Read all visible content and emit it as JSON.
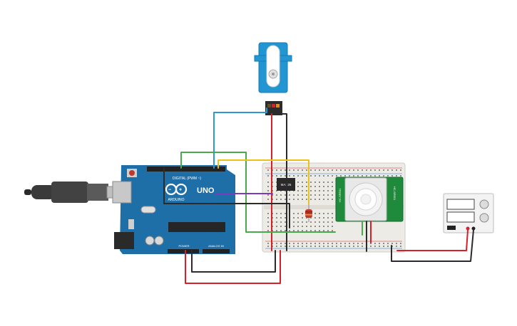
{
  "colors": {
    "board": "#1e6fa8",
    "board_dark": "#175b8c",
    "breadboard": "#ecebe6",
    "pir": "#1f8a3c",
    "servo": "#2196d3",
    "wire_red": "#d8202a",
    "wire_black": "#2b2b2b",
    "wire_blue": "#2a9ad4",
    "wire_green": "#4aa94a",
    "wire_yellow": "#e8c21b",
    "wire_purple": "#7c3bbf"
  },
  "arduino": {
    "brand": "UNO",
    "logo_text": "ARDUINO",
    "digital_label": "DIGITAL (PWM ~)",
    "power_label": "POWER",
    "analog_label": "ANALOG IN"
  },
  "pir": {
    "left_label": "HC-SR501",
    "right_label": "HC-SR501"
  },
  "chip": {
    "label": "MAX25"
  },
  "power_supply": {
    "left_knob": "",
    "right_knob": ""
  }
}
